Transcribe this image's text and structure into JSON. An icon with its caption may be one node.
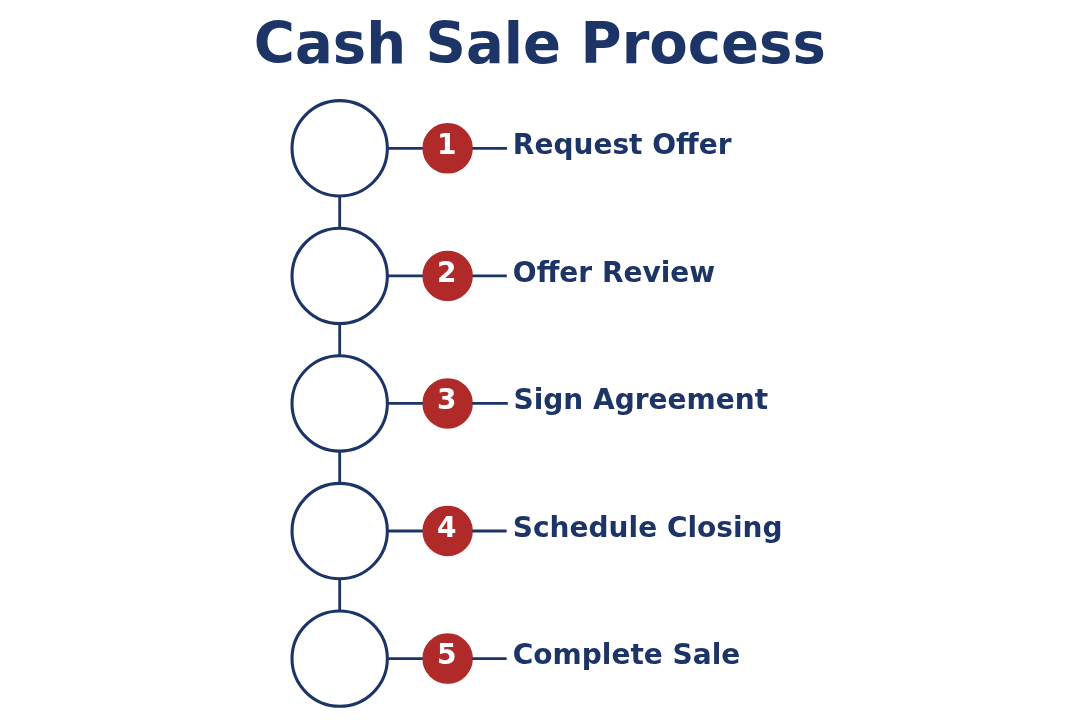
{
  "diagram": {
    "title": "Cash Sale Process",
    "nodes": [
      {
        "text": [],
        "shape": "circle"
      },
      {
        "text": [
          "1"
        ]
      },
      {
        "text": [
          "Request Offer"
        ]
      },
      {
        "text": [],
        "shape": "circle"
      },
      {
        "text": [
          "2"
        ]
      },
      {
        "text": [
          "Offer Review"
        ]
      },
      {
        "text": [],
        "shape": "circle"
      },
      {
        "text": [
          "3"
        ]
      },
      {
        "text": [
          "Sign Agreement"
        ]
      },
      {
        "text": [],
        "shape": "circle"
      },
      {
        "text": [
          "4"
        ]
      },
      {
        "text": [
          "Schedule Closing"
        ]
      },
      {
        "text": [],
        "shape": "circle"
      },
      {
        "text": [
          "5"
        ]
      },
      {
        "text": [
          "Complete Sale"
        ]
      }
    ],
    "edges": [
      {
        "from": 0,
        "to": 1,
        "arrow": "none"
      },
      {
        "from": 1,
        "to": 2,
        "arrow": "none"
      },
      {
        "from": 3,
        "to": 4,
        "arrow": "none"
      },
      {
        "from": 4,
        "to": 5,
        "arrow": "none"
      },
      {
        "from": 6,
        "to": 7,
        "arrow": "none"
      },
      {
        "from": 7,
        "to": 8,
        "arrow": "none"
      },
      {
        "from": 9,
        "to": 10,
        "arrow": "none"
      },
      {
        "from": 10,
        "to": 11,
        "arrow": "none"
      },
      {
        "from": 12,
        "to": 13,
        "arrow": "none"
      },
      {
        "from": 13,
        "to": 14,
        "arrow": "none"
      },
      {
        "from": 0,
        "to": 3,
        "arrow": "none"
      },
      {
        "from": 3,
        "to": 6,
        "arrow": "none"
      },
      {
        "from": 6,
        "to": 9,
        "arrow": "none"
      },
      {
        "from": 9,
        "to": 12,
        "arrow": "none"
      }
    ]
  }
}
